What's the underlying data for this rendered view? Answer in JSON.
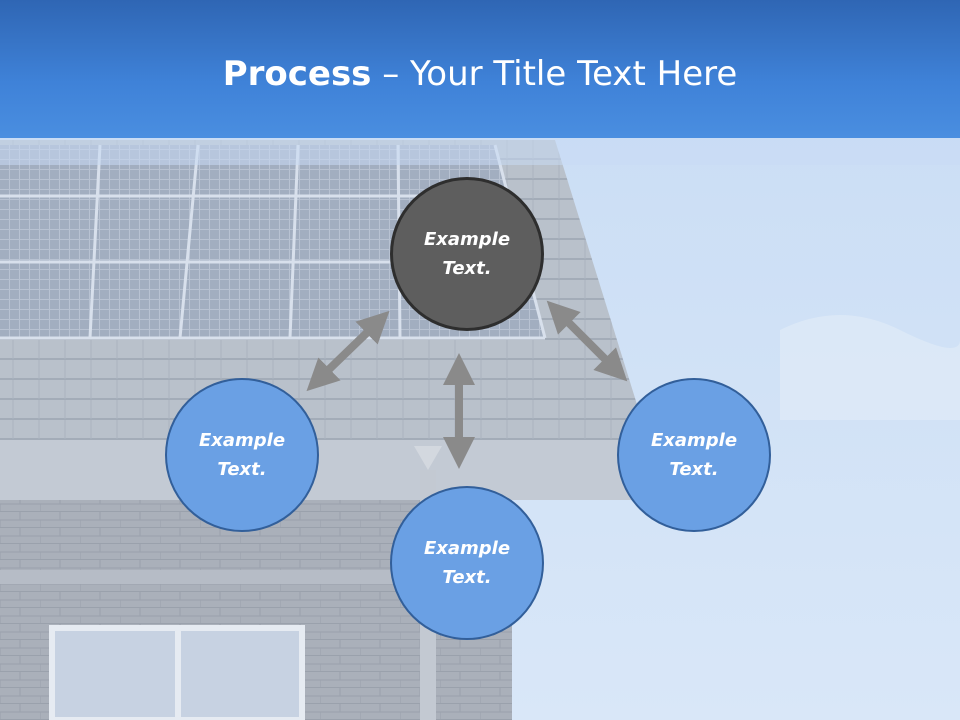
{
  "slide": {
    "title_bold": "Process",
    "title_rest": " – Your Title Text Here"
  },
  "process": {
    "center": "Example\nText.",
    "left": "Example\nText.",
    "right": "Example\nText.",
    "bottom": "Example\nText."
  },
  "colors": {
    "header": "#3f82d8",
    "center_node": "#5e5e5e",
    "outer_node": "#6aa0e4",
    "arrow": "#8a8a8a"
  }
}
